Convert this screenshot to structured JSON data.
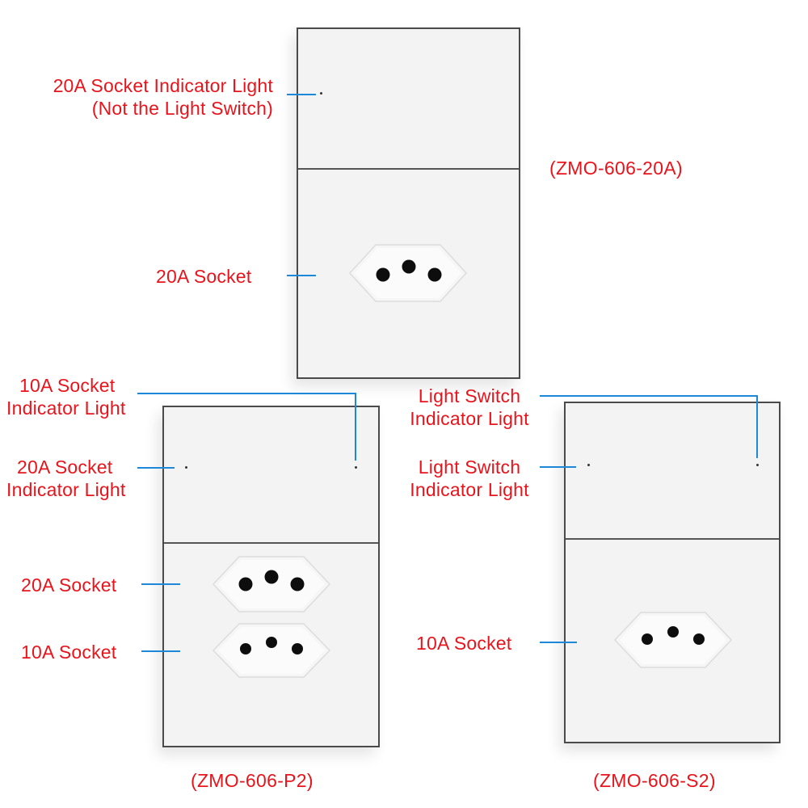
{
  "models": {
    "top": "(ZMO-606-20A)",
    "left": "(ZMO-606-P2)",
    "right": "(ZMO-606-S2)"
  },
  "labels": {
    "top_indicator_line1": "20A Socket Indicator Light",
    "top_indicator_line2": "(Not the Light Switch)",
    "top_socket": "20A Socket",
    "left_10a_indicator_line1": "10A Socket",
    "left_10a_indicator_line2": "Indicator Light",
    "left_20a_indicator_line1": "20A Socket",
    "left_20a_indicator_line2": "Indicator Light",
    "left_socket_20a": "20A Socket",
    "left_socket_10a": "10A Socket",
    "right_light_switch_top_line1": "Light Switch",
    "right_light_switch_top_line2": "Indicator Light",
    "right_light_switch_left_line1": "Light Switch",
    "right_light_switch_left_line2": "Indicator Light",
    "right_socket": "10A Socket"
  },
  "colors": {
    "label_text": "#e8141c",
    "leader_line": "#1e88d8",
    "panel_fill": "#f3f3f3",
    "panel_border": "#4a4a4a"
  }
}
